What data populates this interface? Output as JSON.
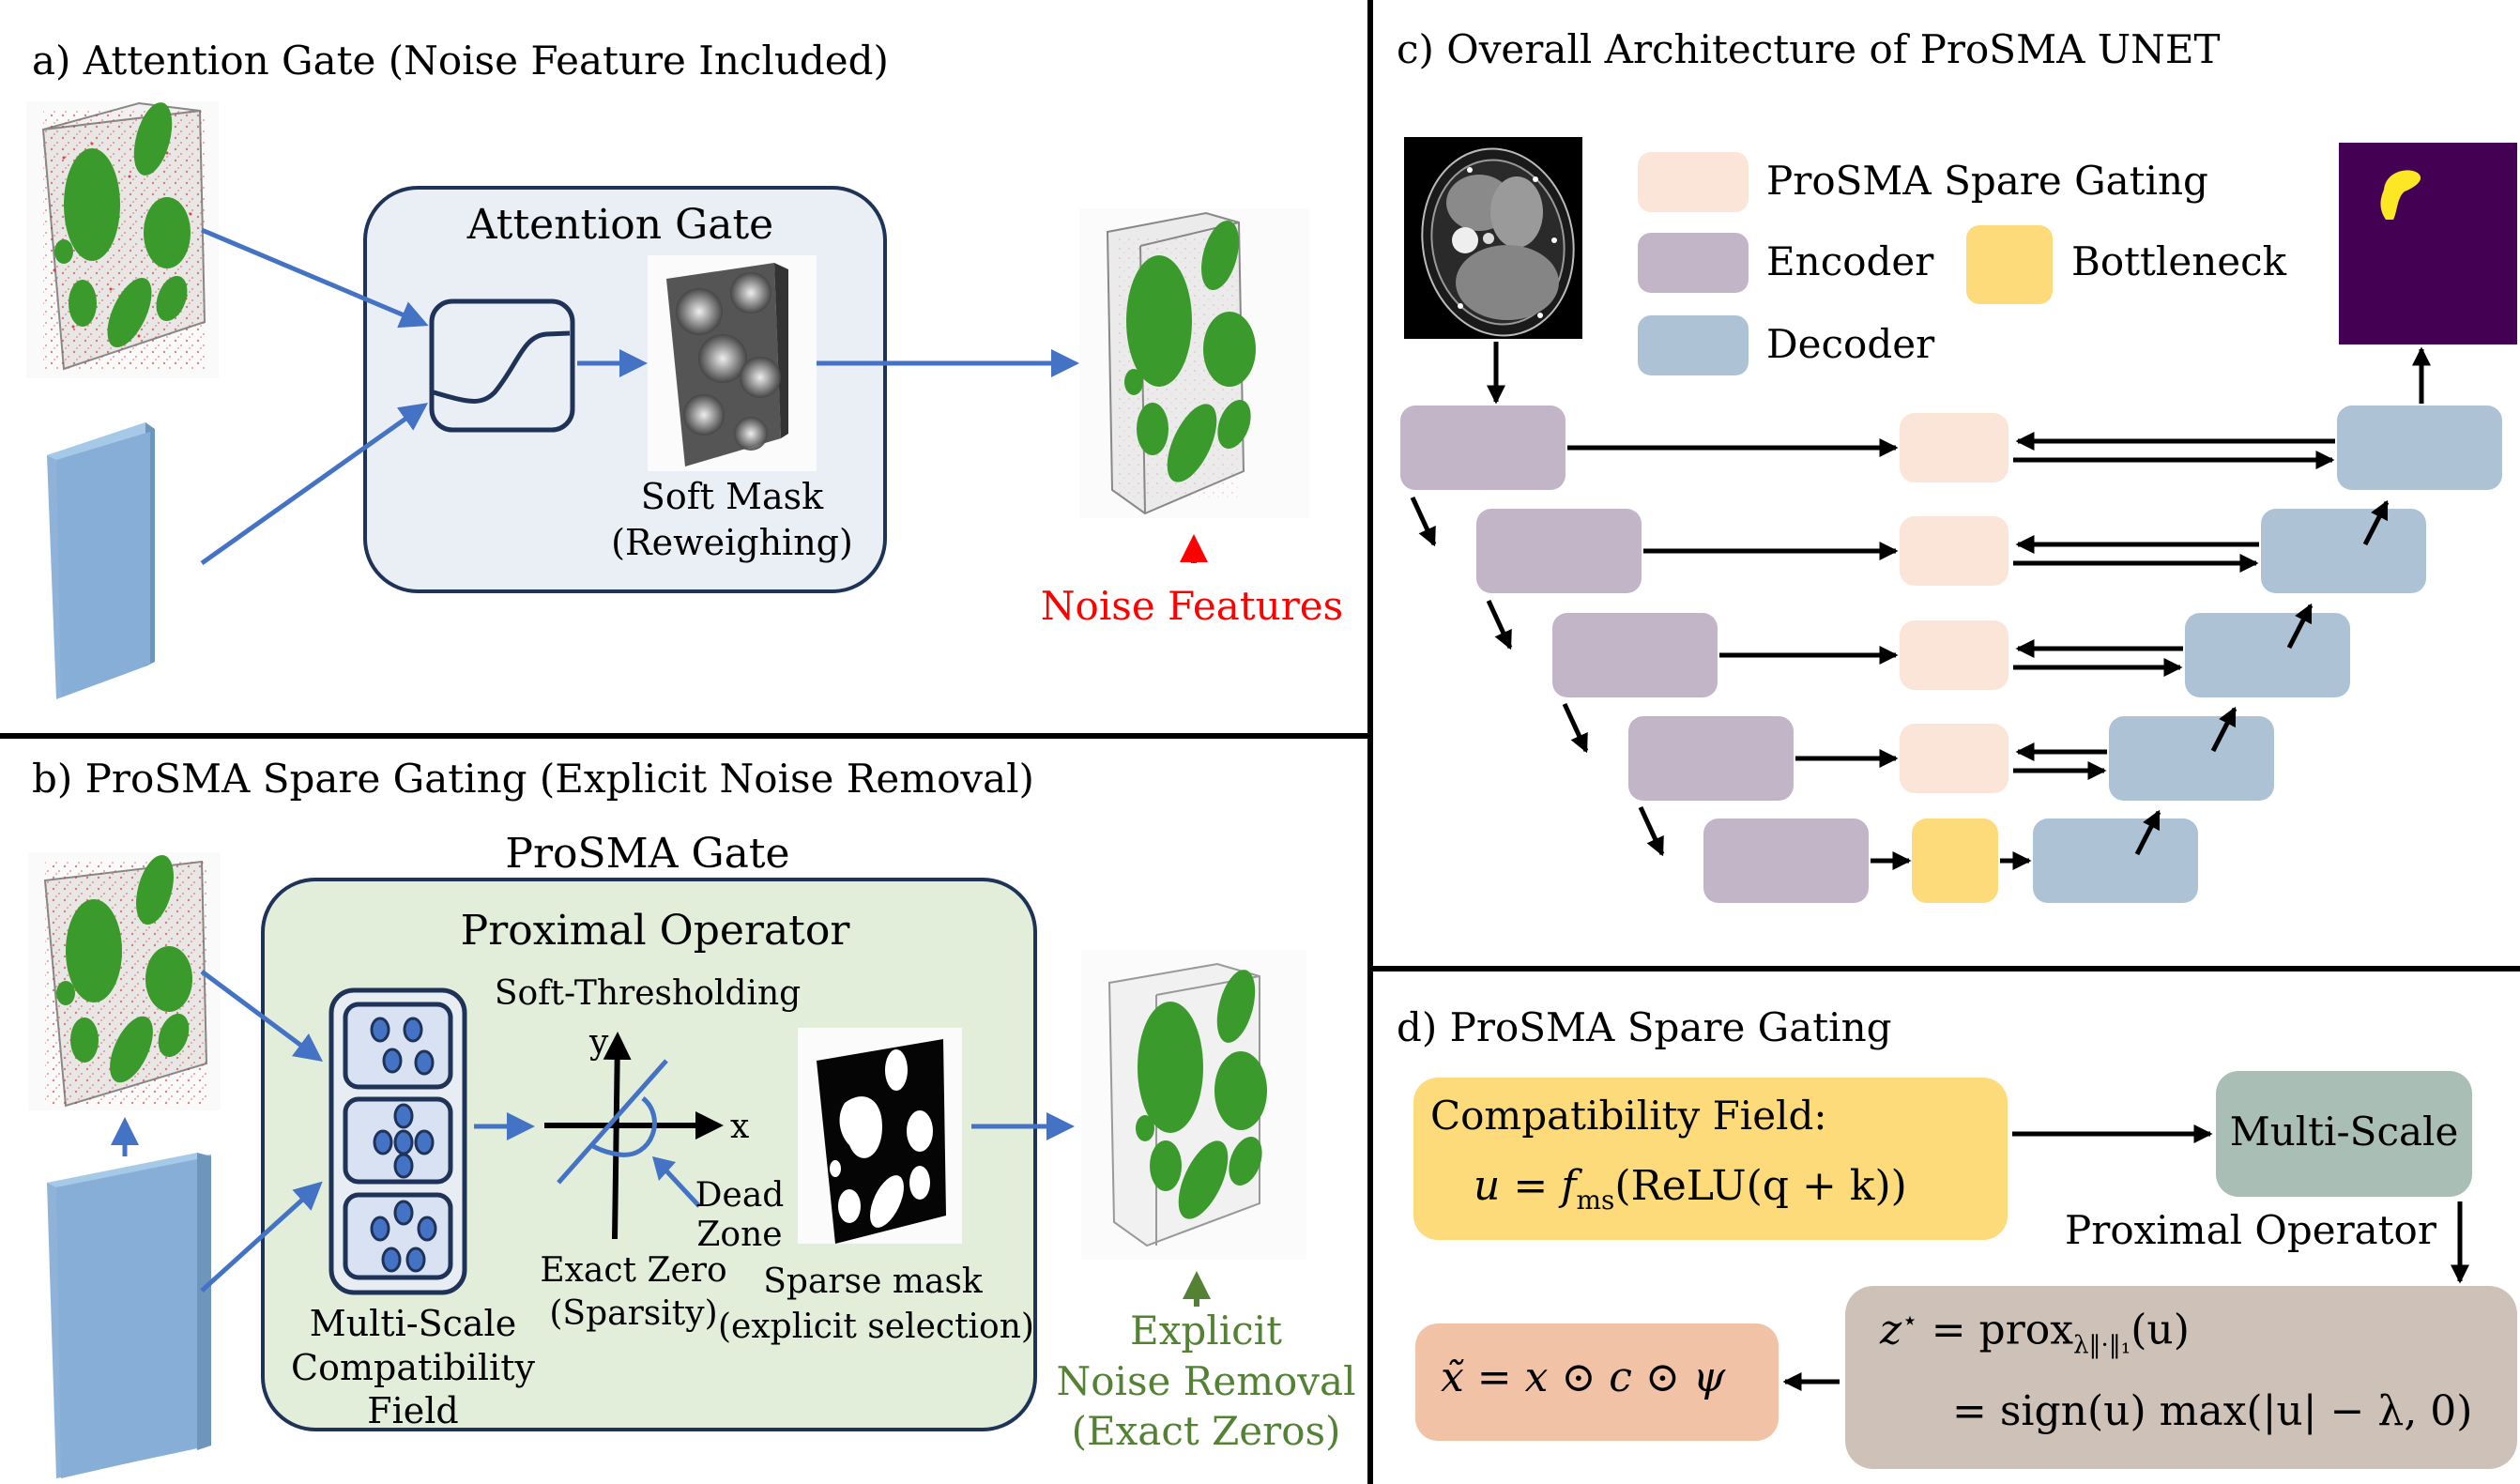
{
  "colors": {
    "arrow_blue": "#4472c4",
    "dark_navy": "#1f3358",
    "gate_bg": "#eaeef5",
    "prox_bg": "#e2eed9",
    "noise_red": "#ff0000",
    "removal_green": "#548235",
    "prosma_gating": "#fbe5d8",
    "encoder": "#c2b5c7",
    "decoder": "#aec2d6",
    "bottleneck": "#fddb7a",
    "multiscale": "#a9beb5",
    "prox_box": "#cec2b8",
    "output_box": "#f1c2a5",
    "compat_box": "#fddb7a",
    "mask_bg": "#440154",
    "mask_fg": "#fde725"
  },
  "panel_a": {
    "title": "a) Attention Gate (Noise Feature Included)",
    "gate_title": "Attention Gate",
    "icons": [
      "noisy-volume-icon",
      "feature-block-icon",
      "sigmoid-icon",
      "soft-mask-volume-icon",
      "output-volume-icon"
    ],
    "soft_mask_line1": "Soft Mask",
    "soft_mask_line2": "(Reweighing)",
    "noise_label": "Noise Features"
  },
  "panel_b": {
    "title": "b) ProSMA Spare Gating (Explicit Noise Removal)",
    "gate_title": "ProSMA Gate",
    "operator_title": "Proximal Operator",
    "soft_threshold": "Soft-Thresholding",
    "axis_x": "x",
    "axis_y": "y",
    "dead_zone_line1": "Dead",
    "dead_zone_line2": "Zone",
    "exact_zero_line1": "Exact Zero",
    "exact_zero_line2": "(Sparsity)",
    "sparse_line1": "Sparse mask",
    "sparse_line2": "(explicit selection)",
    "msc_line1": "Multi-Scale",
    "msc_line2": "Compatibility",
    "msc_line3": "Field",
    "removal_line1": "Explicit",
    "removal_line2": "Noise Removal",
    "removal_line3": "(Exact Zeros)"
  },
  "panel_c": {
    "title": "c) Overall Architecture of ProSMA UNET",
    "legend": [
      {
        "label": "ProSMA Spare Gating",
        "key": "prosma_gating"
      },
      {
        "label": "Encoder",
        "key": "encoder"
      },
      {
        "label": "Bottleneck",
        "key": "bottleneck"
      },
      {
        "label": "Decoder",
        "key": "decoder"
      }
    ],
    "levels": 5,
    "input_image": "ct-scan-image",
    "output_image": "segmentation-mask-image"
  },
  "panel_d": {
    "title": "d) ProSMA Spare Gating",
    "compat_line1": "Compatibility Field:",
    "compat_eq_u": "u",
    "compat_eq_eq": " = ",
    "compat_eq_f": "f",
    "compat_eq_sub": "ms",
    "compat_eq_rest": "(ReLU(q + k))",
    "multiscale": "Multi-Scale",
    "prox_label": "Proximal Operator",
    "prox_eq1_lhs": "z",
    "prox_eq1_sup": "⋆",
    "prox_eq1_rhs": " = prox",
    "prox_eq1_sub": "λ‖·‖₁",
    "prox_eq1_arg": "(u)",
    "prox_eq2": "= sign(u) max(|u| − λ, 0)",
    "output_eq": "x̃ = x ⊙ c ⊙ ψ"
  }
}
